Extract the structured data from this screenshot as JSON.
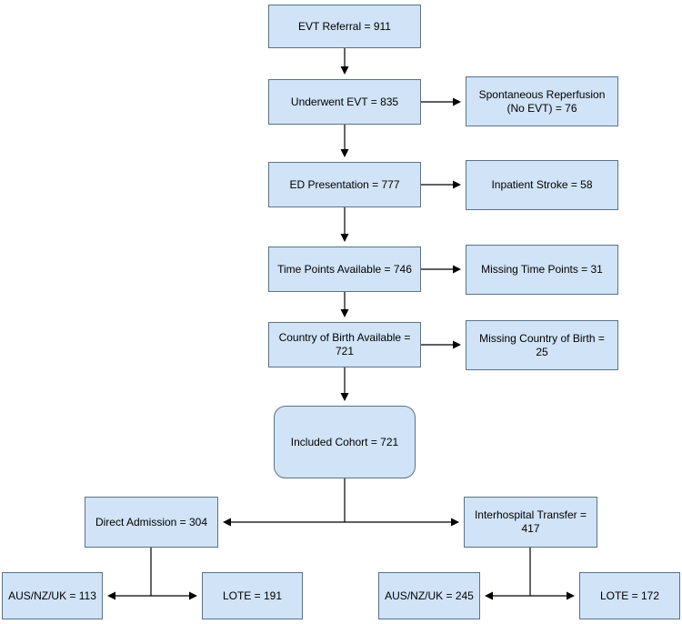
{
  "diagram": {
    "type": "flowchart",
    "description": "Patient flow diagram for EVT cohort selection",
    "colors": {
      "box_fill": "#d0e3f7",
      "box_border": "#5c7287",
      "arrow": "#000000"
    },
    "nodes": {
      "evt_referral": "EVT Referral = 911",
      "underwent_evt": "Underwent EVT = 835",
      "spontaneous_reperfusion": "Spontaneous Reperfusion (No EVT) = 76",
      "ed_presentation": "ED Presentation = 777",
      "inpatient_stroke": "Inpatient Stroke = 58",
      "time_points_available": "Time Points Available = 746",
      "missing_time_points": "Missing Time Points = 31",
      "country_of_birth_available": "Country of Birth Available = 721",
      "missing_country_of_birth": "Missing Country of Birth = 25",
      "included_cohort": "Included Cohort = 721",
      "direct_admission": "Direct Admission = 304",
      "interhospital_transfer": "Interhospital Transfer = 417",
      "aus_nz_uk_direct": "AUS/NZ/UK = 113",
      "lote_direct": "LOTE = 191",
      "aus_nz_uk_transfer": "AUS/NZ/UK = 245",
      "lote_transfer": "LOTE = 172"
    },
    "edges": [
      {
        "from": "evt_referral",
        "to": "underwent_evt"
      },
      {
        "from": "underwent_evt",
        "to": "spontaneous_reperfusion"
      },
      {
        "from": "underwent_evt",
        "to": "ed_presentation"
      },
      {
        "from": "ed_presentation",
        "to": "inpatient_stroke"
      },
      {
        "from": "ed_presentation",
        "to": "time_points_available"
      },
      {
        "from": "time_points_available",
        "to": "missing_time_points"
      },
      {
        "from": "time_points_available",
        "to": "country_of_birth_available"
      },
      {
        "from": "country_of_birth_available",
        "to": "missing_country_of_birth"
      },
      {
        "from": "country_of_birth_available",
        "to": "included_cohort"
      },
      {
        "from": "included_cohort",
        "to": "direct_admission"
      },
      {
        "from": "included_cohort",
        "to": "interhospital_transfer"
      },
      {
        "from": "direct_admission",
        "to": "aus_nz_uk_direct"
      },
      {
        "from": "direct_admission",
        "to": "lote_direct"
      },
      {
        "from": "interhospital_transfer",
        "to": "aus_nz_uk_transfer"
      },
      {
        "from": "interhospital_transfer",
        "to": "lote_transfer"
      }
    ]
  }
}
